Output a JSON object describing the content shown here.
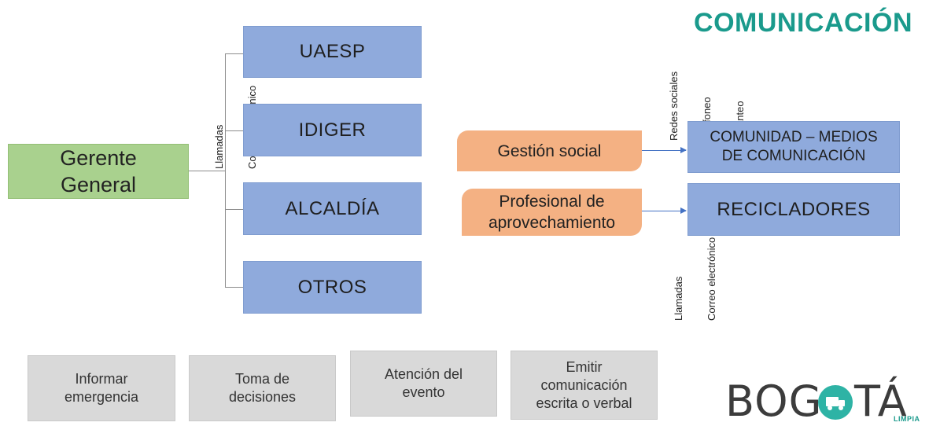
{
  "title": "COMUNICACIÓN",
  "manager": {
    "line1": "Gerente",
    "line2": "General"
  },
  "agencies": [
    "UAESP",
    "IDIGER",
    "ALCALDÍA",
    "OTROS"
  ],
  "left_channels": [
    "Llamadas",
    "Correo electrónico"
  ],
  "roles": {
    "social": "Gestión social",
    "profesional_l1": "Profesional de",
    "profesional_l2": "aprovechamiento"
  },
  "social_channels": [
    "Redes sociales",
    "Perifoneo",
    "Volanteo"
  ],
  "targets": {
    "comunidad_l1": "COMUNIDAD – MEDIOS",
    "comunidad_l2": "DE COMUNICACIÓN",
    "recicladores": "RECICLADORES"
  },
  "right_channels": [
    "Llamadas",
    "Correo electrónico"
  ],
  "steps": [
    {
      "l1": "Informar",
      "l2": "emergencia"
    },
    {
      "l1": "Toma de",
      "l2": "decisiones"
    },
    {
      "l1": "Atención del",
      "l2": "evento"
    },
    {
      "l1": "Emitir",
      "l2": "comunicación",
      "l3": "escrita o verbal"
    }
  ],
  "logo": {
    "text_left": "BOG",
    "text_right": "TÁ",
    "sub": "LIMPIA"
  },
  "colors": {
    "title": "#1a9a8c",
    "manager": "#a9d18e",
    "agency": "#8faadc",
    "role": "#f4b183",
    "step": "#d9d9d9",
    "arrow": "#4472c4"
  }
}
